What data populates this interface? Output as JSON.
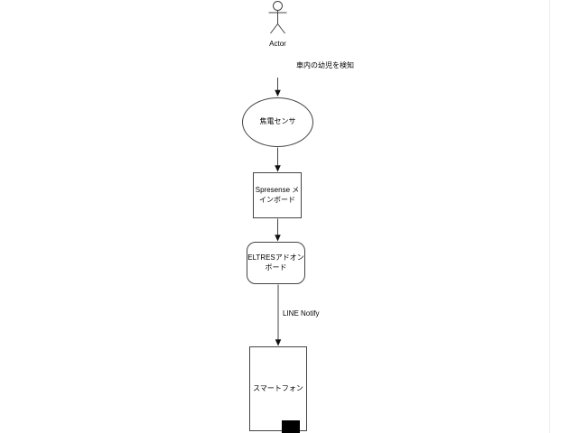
{
  "diagram": {
    "actor": {
      "label": "Actor"
    },
    "trigger_label": "車内の幼児を検知",
    "nodes": {
      "sensor": {
        "label": "焦電センサ"
      },
      "mainboard": {
        "line1": "Spresense メ",
        "line2": "インボード"
      },
      "addon": {
        "line1": "ELTRESアドオン",
        "line2": "ボード"
      },
      "phone": {
        "label": "スマートフォン"
      }
    },
    "edges": {
      "notify_label": "LINE Notify"
    },
    "colors": {
      "background": "#ffffff",
      "shape_stroke": "#444444",
      "arrowhead": "#111111",
      "text": "#000000",
      "handle": "#000000"
    }
  }
}
